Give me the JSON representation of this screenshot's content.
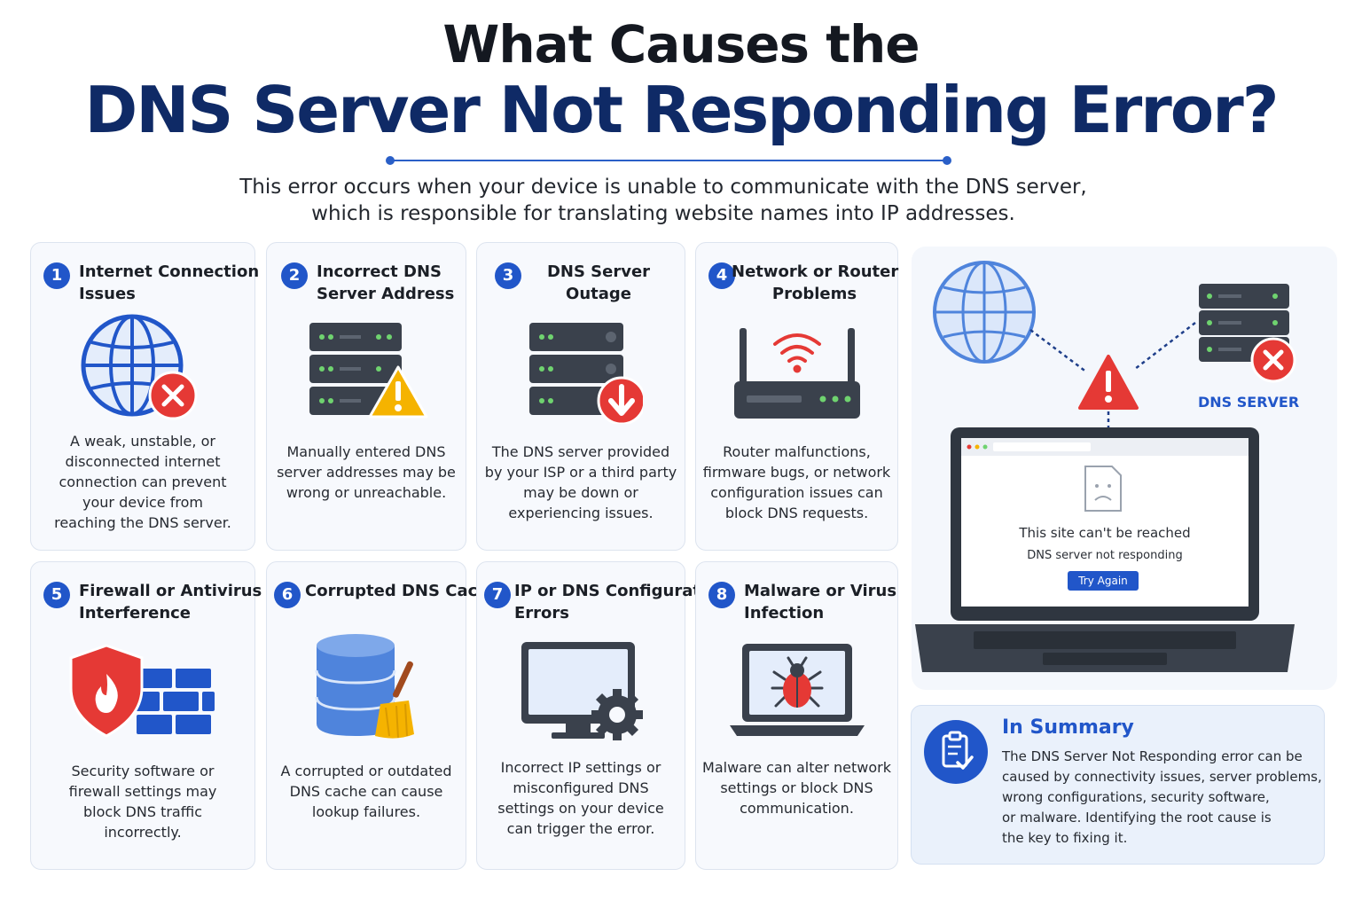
{
  "header": {
    "title_line1": "What Causes the",
    "title_line2": "DNS Server Not Responding Error?",
    "subtitle_line1": "This error occurs when your device is unable to communicate with the DNS server,",
    "subtitle_line2": "which is responsible for translating website names into IP addresses."
  },
  "causes": [
    {
      "num": "1",
      "title": [
        "Internet Connection",
        "Issues"
      ],
      "icon": "globe-x-icon",
      "desc": [
        "A weak, unstable, or",
        "disconnected internet",
        "connection can prevent",
        "your device from",
        "reaching the DNS server."
      ]
    },
    {
      "num": "2",
      "title": [
        "Incorrect DNS",
        "Server Address"
      ],
      "icon": "server-warning-icon",
      "desc": [
        "Manually entered DNS",
        "server addresses may be",
        "wrong or unreachable."
      ]
    },
    {
      "num": "3",
      "title": [
        "DNS Server",
        "Outage"
      ],
      "icon": "server-down-icon",
      "desc": [
        "The DNS server provided",
        "by your ISP or a third party",
        "may be down or",
        "experiencing issues."
      ]
    },
    {
      "num": "4",
      "title": [
        "Network or Router",
        "Problems"
      ],
      "icon": "router-icon",
      "desc": [
        "Router malfunctions,",
        "firmware bugs, or network",
        "configuration issues can",
        "block DNS requests."
      ]
    },
    {
      "num": "5",
      "title": [
        "Firewall or Antivirus",
        "Interference"
      ],
      "icon": "firewall-shield-icon",
      "desc": [
        "Security software or",
        "firewall settings may",
        "block DNS traffic",
        "incorrectly."
      ]
    },
    {
      "num": "6",
      "title": [
        "Corrupted DNS Cache"
      ],
      "icon": "database-broom-icon",
      "desc": [
        "A corrupted or outdated",
        "DNS cache can cause",
        "lookup failures."
      ]
    },
    {
      "num": "7",
      "title": [
        "IP or DNS Configuration",
        "Errors"
      ],
      "icon": "monitor-gear-icon",
      "desc": [
        "Incorrect IP settings or",
        "misconfigured DNS",
        "settings on your device",
        "can trigger the error."
      ]
    },
    {
      "num": "8",
      "title": [
        "Malware or Virus",
        "Infection"
      ],
      "icon": "laptop-bug-icon",
      "desc": [
        "Malware can alter network",
        "settings or block DNS",
        "communication."
      ]
    }
  ],
  "illustration": {
    "server_label": "DNS SERVER",
    "screen_message": "This site can't be reached",
    "screen_detail": "DNS server not responding",
    "retry_button": "Try Again"
  },
  "summary": {
    "title": "In Summary",
    "text": [
      "The DNS Server Not Responding error can be",
      "caused by connectivity issues, server problems,",
      "wrong configurations, security software,",
      "or malware. Identifying the root cause is",
      "the key to fixing it."
    ]
  },
  "colors": {
    "accent": "#2156c9",
    "navy": "#0f2a66",
    "error": "#e53935",
    "warning": "#f5b300",
    "server": "#3a414c"
  }
}
